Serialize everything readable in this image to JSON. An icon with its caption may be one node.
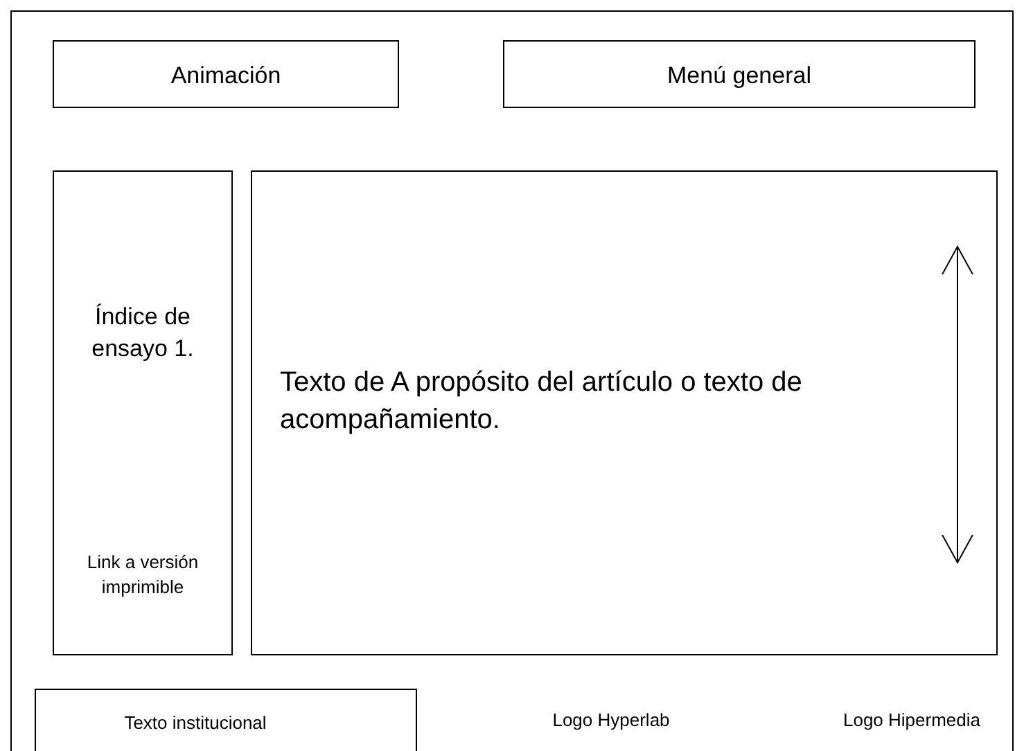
{
  "diagram": {
    "nodes": [
      {
        "text": [
          "Animación"
        ]
      },
      {
        "text": [
          "Menú general"
        ]
      },
      {
        "text": [
          "Índice de ensayo 1.",
          "Link a versión imprimible"
        ]
      },
      {
        "text": [
          "Texto de A propósito del artículo o texto de acompañamiento."
        ]
      },
      {
        "text": [
          "Texto institucional"
        ]
      }
    ],
    "edges": [],
    "labels": [
      "Logo Hyperlab",
      "Logo Hipermedia"
    ]
  }
}
